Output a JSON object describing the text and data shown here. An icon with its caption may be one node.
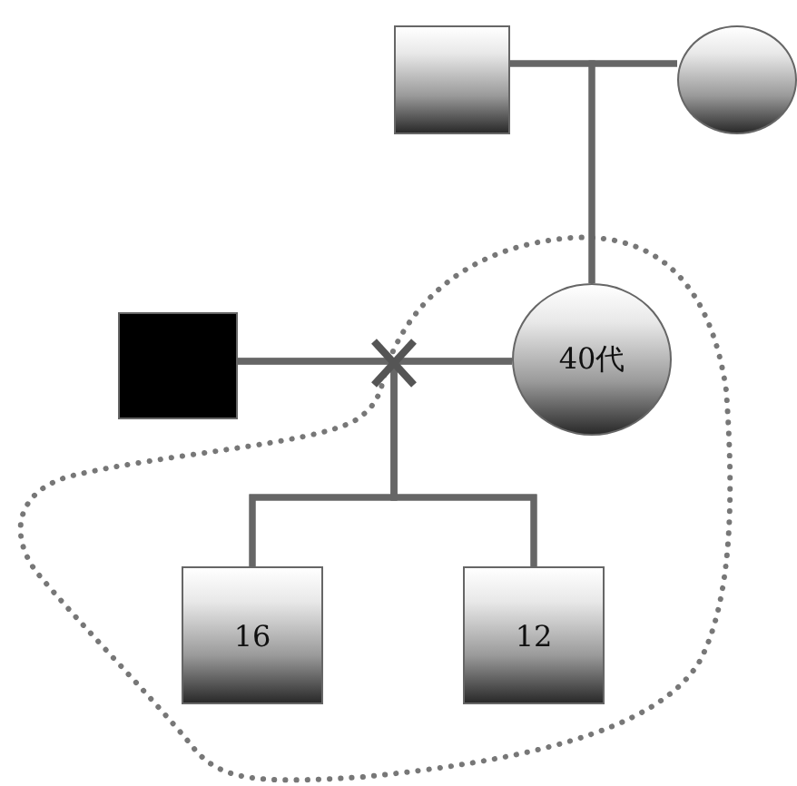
{
  "diagram": {
    "nodes": [
      {
        "text": [],
        "shape": "box"
      },
      {
        "text": [],
        "shape": "circle"
      },
      {
        "text": [
          "40代"
        ]
      },
      {
        "text": [],
        "shape": "box"
      },
      {
        "text": [
          "16"
        ]
      },
      {
        "text": [
          "12"
        ]
      }
    ],
    "edges": [
      {
        "from": 0,
        "to": 1,
        "arrow": "none"
      },
      {
        "from": 0,
        "to": 2,
        "arrow": "none"
      },
      {
        "from": 1,
        "to": 2,
        "arrow": "none"
      },
      {
        "from": 3,
        "to": 2,
        "arrow": "none"
      },
      {
        "from": 3,
        "to": 4,
        "arrow": "none"
      },
      {
        "from": 2,
        "to": 4,
        "arrow": "none"
      },
      {
        "from": 3,
        "to": 5,
        "arrow": "none"
      },
      {
        "from": 2,
        "to": 5,
        "arrow": "none"
      }
    ]
  }
}
